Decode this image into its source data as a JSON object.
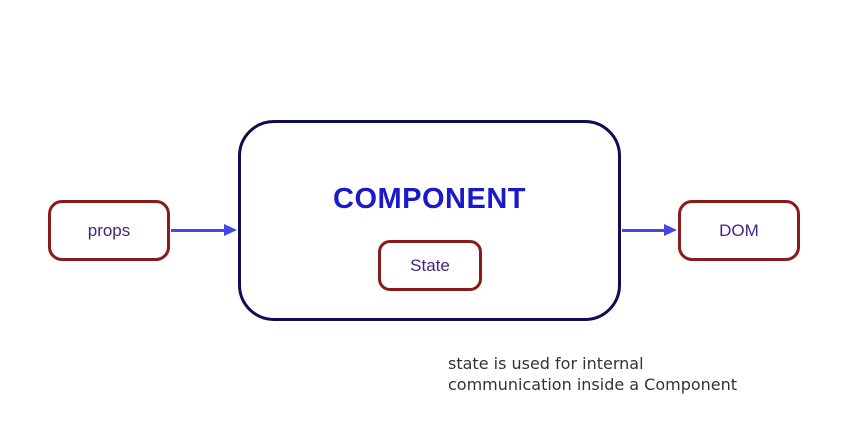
{
  "diagram": {
    "nodes": {
      "props": {
        "label": "props"
      },
      "component": {
        "title": "COMPONENT"
      },
      "state": {
        "label": "State"
      },
      "dom": {
        "label": "DOM"
      }
    },
    "arrows": [
      {
        "name": "props-to-component",
        "direction": "right"
      },
      {
        "name": "component-to-dom",
        "direction": "right"
      }
    ],
    "caption": {
      "line1": "state is used for internal",
      "line2": "communication inside a Component"
    },
    "colors": {
      "node_border_red": "#8b1a1a",
      "component_border_navy": "#0e0e55",
      "component_title_blue": "#1a1acc",
      "node_text_purple": "#43257d",
      "arrow_blue": "#4646e8",
      "caption_gray": "#333333",
      "background": "#ffffff"
    }
  }
}
